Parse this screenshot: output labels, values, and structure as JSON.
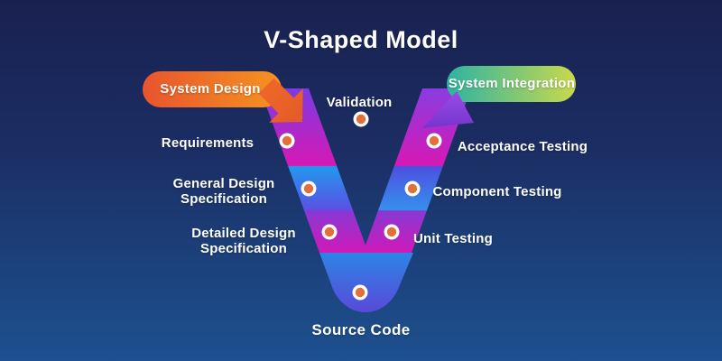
{
  "title": "V-Shaped Model",
  "phases": {
    "left_banner": "System Design",
    "right_banner": "System Integration"
  },
  "steps": {
    "validation": "Validation",
    "left": [
      {
        "lines": [
          "Requirements",
          ""
        ]
      },
      {
        "lines": [
          "General Design",
          "Specification"
        ]
      },
      {
        "lines": [
          "Detailed Design",
          "Specification"
        ]
      }
    ],
    "right": [
      {
        "label": "Acceptance Testing"
      },
      {
        "label": "Component Testing"
      },
      {
        "label": "Unit Testing"
      }
    ],
    "source_code": "Source Code"
  },
  "colors": {
    "background_top": "#1a2150",
    "background_bottom": "#1d518f",
    "banner_left_gradient": [
      "#e8542e",
      "#f89d1e"
    ],
    "banner_right_gradient": [
      "#2db3a2",
      "#c9d94c"
    ],
    "v_purple": "#7c3be2",
    "v_magenta": "#d619b4",
    "v_blue": "#2398ee",
    "v_indigo_tip": "#5b48d8",
    "dot_fill": "#e1703c",
    "dot_ring": "#ffffff"
  }
}
